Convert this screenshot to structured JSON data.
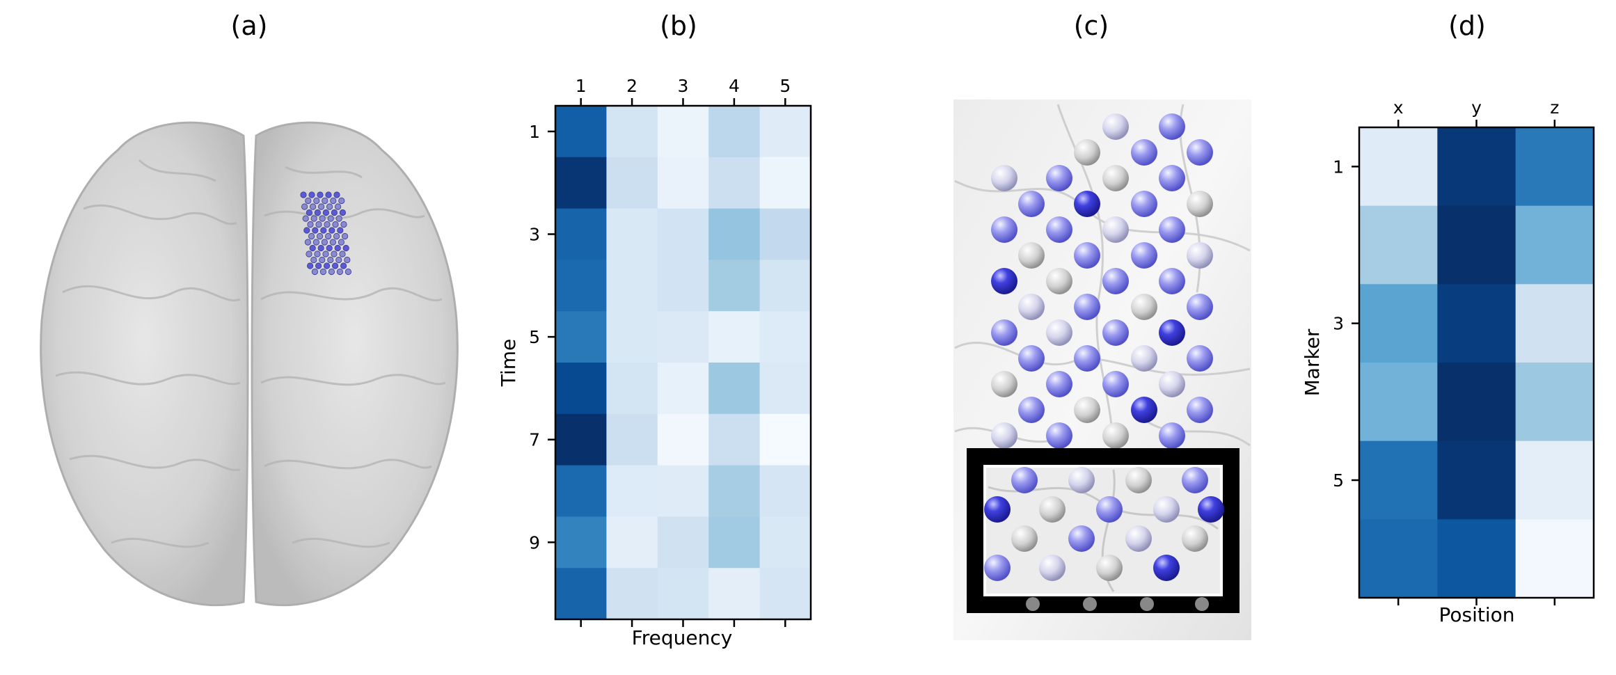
{
  "panels": {
    "a": {
      "label": "(a)"
    },
    "b": {
      "label": "(b)"
    },
    "c": {
      "label": "(c)"
    },
    "d": {
      "label": "(d)"
    }
  },
  "chart_data": [
    {
      "type": "heatmap",
      "panel": "(b)",
      "xlabel": "Frequency",
      "ylabel": "Time",
      "x_ticks": [
        1,
        2,
        3,
        4,
        5
      ],
      "x_tick_labels": [
        "1",
        "2",
        "3",
        "4",
        "5"
      ],
      "y_tick_labels": [
        "1",
        "3",
        "5",
        "7",
        "9"
      ],
      "y_tick_rows": [
        1,
        3,
        5,
        7,
        9
      ],
      "colormap": "Blues",
      "x_axis_position": "top",
      "values": [
        [
          0.82,
          0.18,
          0.06,
          0.28,
          0.12
        ],
        [
          0.98,
          0.22,
          0.07,
          0.22,
          0.05
        ],
        [
          0.8,
          0.15,
          0.19,
          0.4,
          0.26
        ],
        [
          0.78,
          0.15,
          0.19,
          0.36,
          0.18
        ],
        [
          0.72,
          0.15,
          0.14,
          0.08,
          0.13
        ],
        [
          0.9,
          0.18,
          0.08,
          0.38,
          0.14
        ],
        [
          1.0,
          0.22,
          0.03,
          0.22,
          0.01
        ],
        [
          0.78,
          0.13,
          0.12,
          0.35,
          0.17
        ],
        [
          0.68,
          0.1,
          0.2,
          0.37,
          0.15
        ],
        [
          0.8,
          0.2,
          0.18,
          0.1,
          0.17
        ]
      ]
    },
    {
      "type": "heatmap",
      "panel": "(d)",
      "xlabel": "Position",
      "ylabel": "Marker",
      "x_tick_labels": [
        "x",
        "y",
        "z"
      ],
      "y_tick_labels": [
        "1",
        "3",
        "5"
      ],
      "y_tick_rows": [
        1,
        3,
        5
      ],
      "colormap": "Blues",
      "x_axis_position": "top",
      "values": [
        [
          0.12,
          0.97,
          0.72
        ],
        [
          0.35,
          1.0,
          0.48
        ],
        [
          0.55,
          0.95,
          0.2
        ],
        [
          0.48,
          1.0,
          0.38
        ],
        [
          0.75,
          0.98,
          0.1
        ],
        [
          0.78,
          0.85,
          0.02
        ]
      ]
    }
  ]
}
